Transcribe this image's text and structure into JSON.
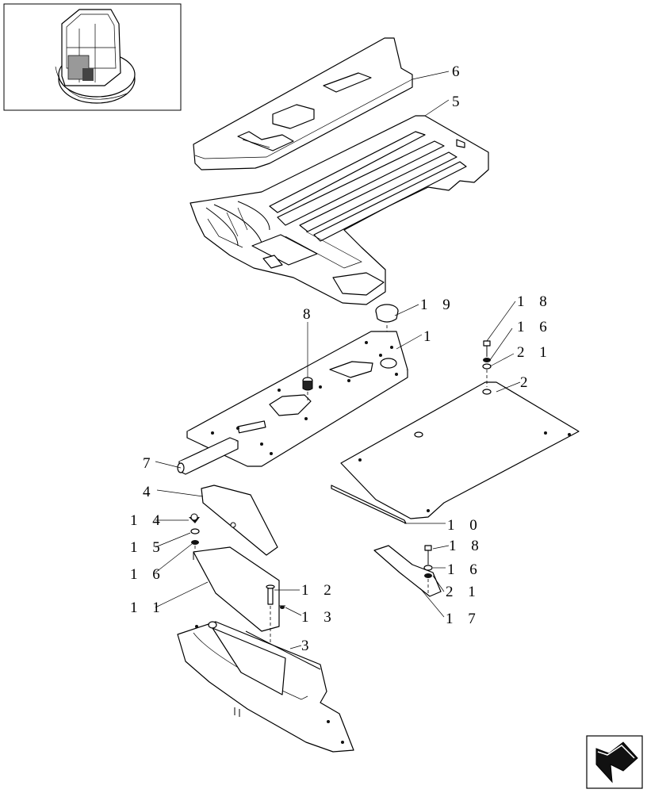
{
  "callouts": [
    {
      "id": "c6",
      "text": "6"
    },
    {
      "id": "c5",
      "text": "5"
    },
    {
      "id": "c19",
      "text": "1 9"
    },
    {
      "id": "c8",
      "text": "8"
    },
    {
      "id": "c1",
      "text": "1"
    },
    {
      "id": "c18a",
      "text": "1 8"
    },
    {
      "id": "c16a",
      "text": "1 6"
    },
    {
      "id": "c21a",
      "text": "2 1"
    },
    {
      "id": "c2",
      "text": "2"
    },
    {
      "id": "c7",
      "text": "7"
    },
    {
      "id": "c4",
      "text": "4"
    },
    {
      "id": "c14",
      "text": "1 4"
    },
    {
      "id": "c15",
      "text": "1 5"
    },
    {
      "id": "c16b",
      "text": "1 6"
    },
    {
      "id": "c11",
      "text": "1 1"
    },
    {
      "id": "c12",
      "text": "1 2"
    },
    {
      "id": "c13",
      "text": "1 3"
    },
    {
      "id": "c3",
      "text": "3"
    },
    {
      "id": "c10",
      "text": "1 0"
    },
    {
      "id": "c18b",
      "text": "1 8"
    },
    {
      "id": "c16c",
      "text": "1 6"
    },
    {
      "id": "c21b",
      "text": "2 1"
    },
    {
      "id": "c17",
      "text": "1 7"
    }
  ],
  "icons": {
    "thumbnail": "cab-overview-thumbnail",
    "nav": "next-page-arrow-icon"
  }
}
